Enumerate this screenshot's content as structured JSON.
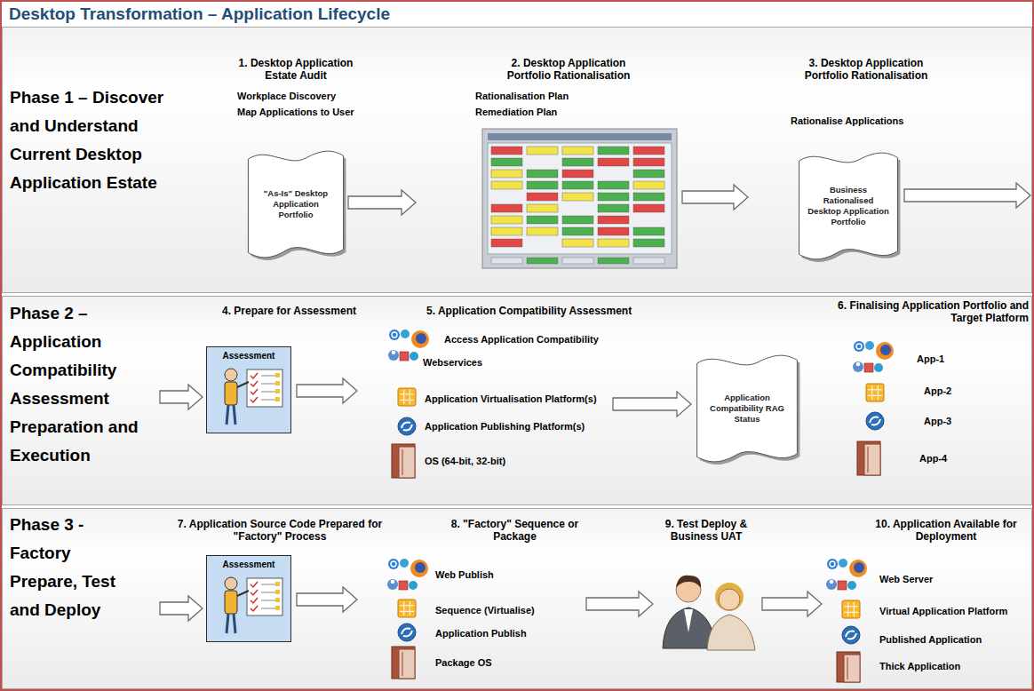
{
  "diagram": {
    "title": "Desktop Transformation – Application Lifecycle",
    "nodes": [
      {
        "text": [
          "Phase 1 – Discover and Understand Current Desktop Application Estate"
        ]
      },
      {
        "text": [
          "Phase 2 – Application Compatibility Assessment Preparation and Execution"
        ]
      },
      {
        "text": [
          "Phase 3 - Factory Prepare, Test and Deploy"
        ]
      },
      {
        "text": [
          "\"As-Is\" Desktop Application Portfolio"
        ],
        "in": 0
      },
      {
        "text": [
          "Business Rationalised Desktop Application Portfolio"
        ],
        "in": 0
      },
      {
        "text": [
          "Assessment"
        ],
        "in": 1
      },
      {
        "text": [
          "Application Compatibility RAG Status"
        ],
        "in": 1
      },
      {
        "text": [
          "Assessment"
        ],
        "in": 2
      }
    ],
    "labels": [
      "1. Desktop Application Estate Audit",
      "Workplace Discovery",
      "Map Applications to User",
      "2. Desktop Application Portfolio Rationalisation",
      "Rationalisation Plan",
      "Remediation Plan",
      "3. Desktop Application Portfolio Rationalisation",
      "Rationalise Applications",
      "4. Prepare for Assessment",
      "5. Application Compatibility Assessment",
      "Access Application Compatibility",
      "Webservices",
      "Application Virtualisation Platform(s)",
      "Application Publishing Platform(s)",
      "OS (64-bit, 32-bit)",
      "6. Finalising Application Portfolio and Target Platform",
      "App-1",
      "App-2",
      "App-3",
      "App-4",
      "7. Application Source Code Prepared for \"Factory\" Process",
      "8. \"Factory\" Sequence or Package",
      "Web Publish",
      "Sequence (Virtualise)",
      "Application Publish",
      "Package OS",
      "9. Test Deploy & Business UAT",
      "10. Application Available for Deployment",
      "Web Server",
      "Virtual Application Platform",
      "Published Application",
      "Thick Application"
    ]
  }
}
